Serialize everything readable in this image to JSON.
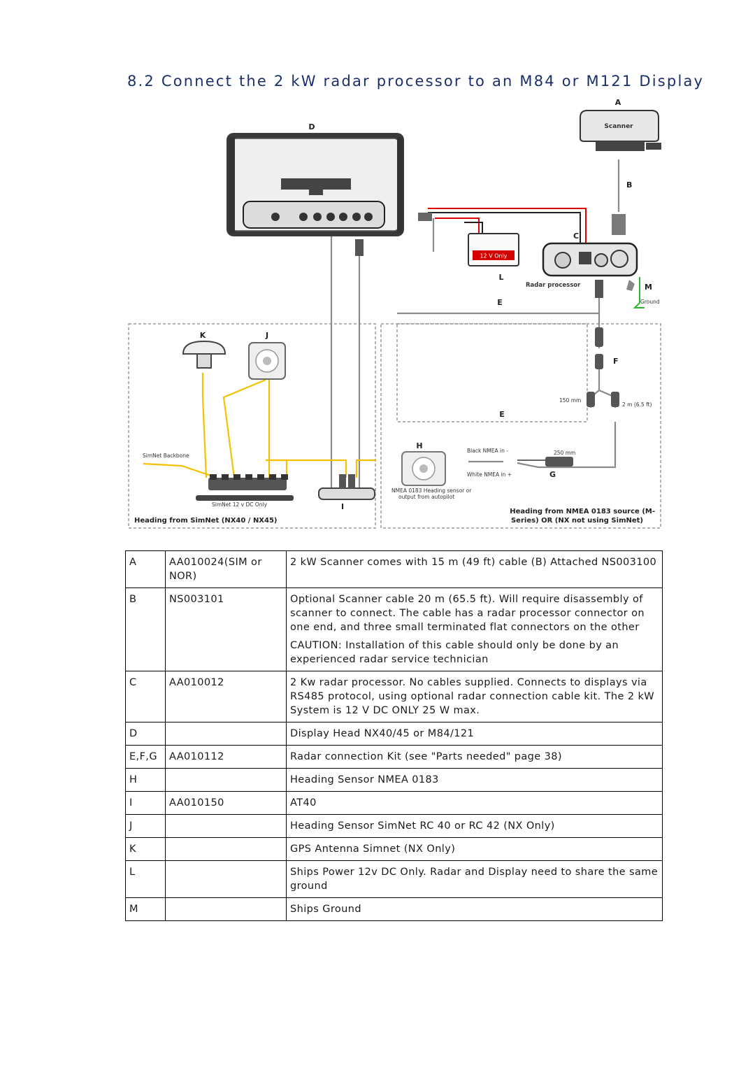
{
  "page": {
    "title": "8.2 Connect the 2 kW radar processor to an M84 or M121 Display"
  },
  "diagram": {
    "labels": {
      "a": "A",
      "b": "B",
      "c": "C",
      "d": "D",
      "e_top": "E",
      "e_bottom": "E",
      "f": "F",
      "g": "G",
      "h": "H",
      "i": "I",
      "j": "J",
      "k": "K",
      "l": "L",
      "m": "M"
    },
    "scanner_text": "Scanner",
    "battery_text": "12 V Only",
    "radar_processor_text": "Radar processor",
    "ground_text": "Ground",
    "cable_150": "150 mm",
    "cable_2m": "2 m (6.5 ft)",
    "cable_250": "250 mm",
    "black_nmea": "Black NMEA in -",
    "white_nmea": "White NMEA in +",
    "simnet_backbone": "SimNet Backbone",
    "simnet_12v": "SimNet 12 v DC Only",
    "nmea_heading_line1": "NMEA 0183 Heading sensor or",
    "nmea_heading_line2": "output from autopilot",
    "caption_left": "Heading from SimNet (NX40 / NX45)",
    "caption_right_line1": "Heading from NMEA 0183 source (M-",
    "caption_right_line2": "Series) OR (NX not using SimNet)",
    "colors": {
      "cable_grey": "#8a8a8a",
      "simnet_yellow": "#f2c200",
      "power_red": "#e00000",
      "ground_green": "#2db82d",
      "dash_grey": "#999999"
    }
  },
  "parts_table": {
    "rows": [
      {
        "key": "A",
        "part": "AA010024(SIM or NOR)",
        "desc": [
          "2 kW Scanner comes with 15 m (49 ft) cable (B) Attached NS003100"
        ]
      },
      {
        "key": "B",
        "part": "NS003101",
        "desc": [
          "Optional Scanner cable 20 m (65.5 ft). Will require disassembly of scanner to connect. The cable has a radar processor connector on one end, and three small terminated flat connectors on the other",
          "CAUTION: Installation of this cable should only be done by an experienced radar service technician"
        ]
      },
      {
        "key": "C",
        "part": "AA010012",
        "desc": [
          "2 Kw radar processor. No cables supplied. Connects to  displays via RS485 protocol, using optional radar connection cable kit. The 2 kW System is 12 V DC ONLY 25 W max."
        ]
      },
      {
        "key": "D",
        "part": "",
        "desc": [
          "Display Head NX40/45 or M84/121"
        ]
      },
      {
        "key": "E,F,G",
        "part": "AA010112",
        "desc": [
          "Radar connection Kit (see \"Parts needed\" page 38)"
        ]
      },
      {
        "key": "H",
        "part": "",
        "desc": [
          "Heading Sensor NMEA 0183"
        ]
      },
      {
        "key": "I",
        "part": "AA010150",
        "desc": [
          "AT40"
        ]
      },
      {
        "key": "J",
        "part": "",
        "desc": [
          "Heading Sensor SimNet RC 40 or RC 42 (NX Only)"
        ]
      },
      {
        "key": "K",
        "part": "",
        "desc": [
          "GPS Antenna Simnet (NX Only)"
        ]
      },
      {
        "key": "L",
        "part": "",
        "desc": [
          "Ships Power 12v DC Only. Radar and Display need to share the same ground"
        ]
      },
      {
        "key": "M",
        "part": "",
        "desc": [
          "Ships Ground"
        ]
      }
    ]
  }
}
